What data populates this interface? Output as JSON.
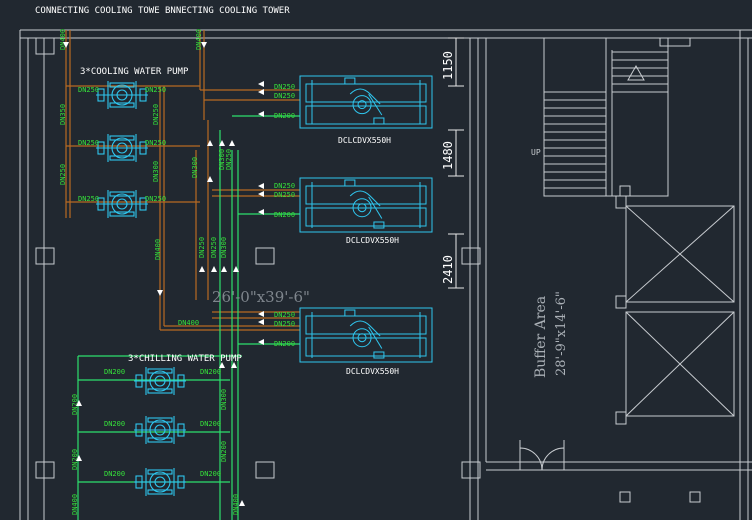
{
  "header": {
    "label_left": "CONNECTING COOLING TOWE",
    "label_right": "BNNECTING COOLING TOWER"
  },
  "pumps": {
    "cooling_title": "3*COOLING WATER PUMP",
    "chilling_title": "3*CHILLING WATER PUMP"
  },
  "chillers": [
    {
      "label": "DCLCDVX550H",
      "pipe_a": "DN250",
      "pipe_b": "DN250",
      "pipe_c": "DN200"
    },
    {
      "label": "DCLCDVX550H",
      "pipe_a": "DN250",
      "pipe_b": "DN250",
      "pipe_c": "DN200"
    },
    {
      "label": "DCLCDVX550H",
      "pipe_a": "DN250",
      "pipe_b": "DN250",
      "pipe_c": "DN200"
    }
  ],
  "dimensions": {
    "d1": "1150",
    "d2": "1480",
    "d3": "2410"
  },
  "room": {
    "size": "26'-0\"x39'-6\""
  },
  "buffer": {
    "name": "Buffer Area",
    "size": "28'-9\"x14'-6\""
  },
  "stair": {
    "up": "UP"
  },
  "pipe_labels": {
    "dn400": "DN400",
    "dn350": "DN350",
    "dn300": "DN300",
    "dn250": "DN250",
    "dn200": "DN200"
  },
  "colors": {
    "background": "#212830",
    "wall": "#c8ccd0",
    "equipment": "#2fc6ee",
    "cooling_pipe": "#b86a22",
    "chilled_pipe": "#2ee06c",
    "dim_line": "#e8e8e8",
    "label": "#ffffff",
    "pipe_label": "#35e03a"
  }
}
